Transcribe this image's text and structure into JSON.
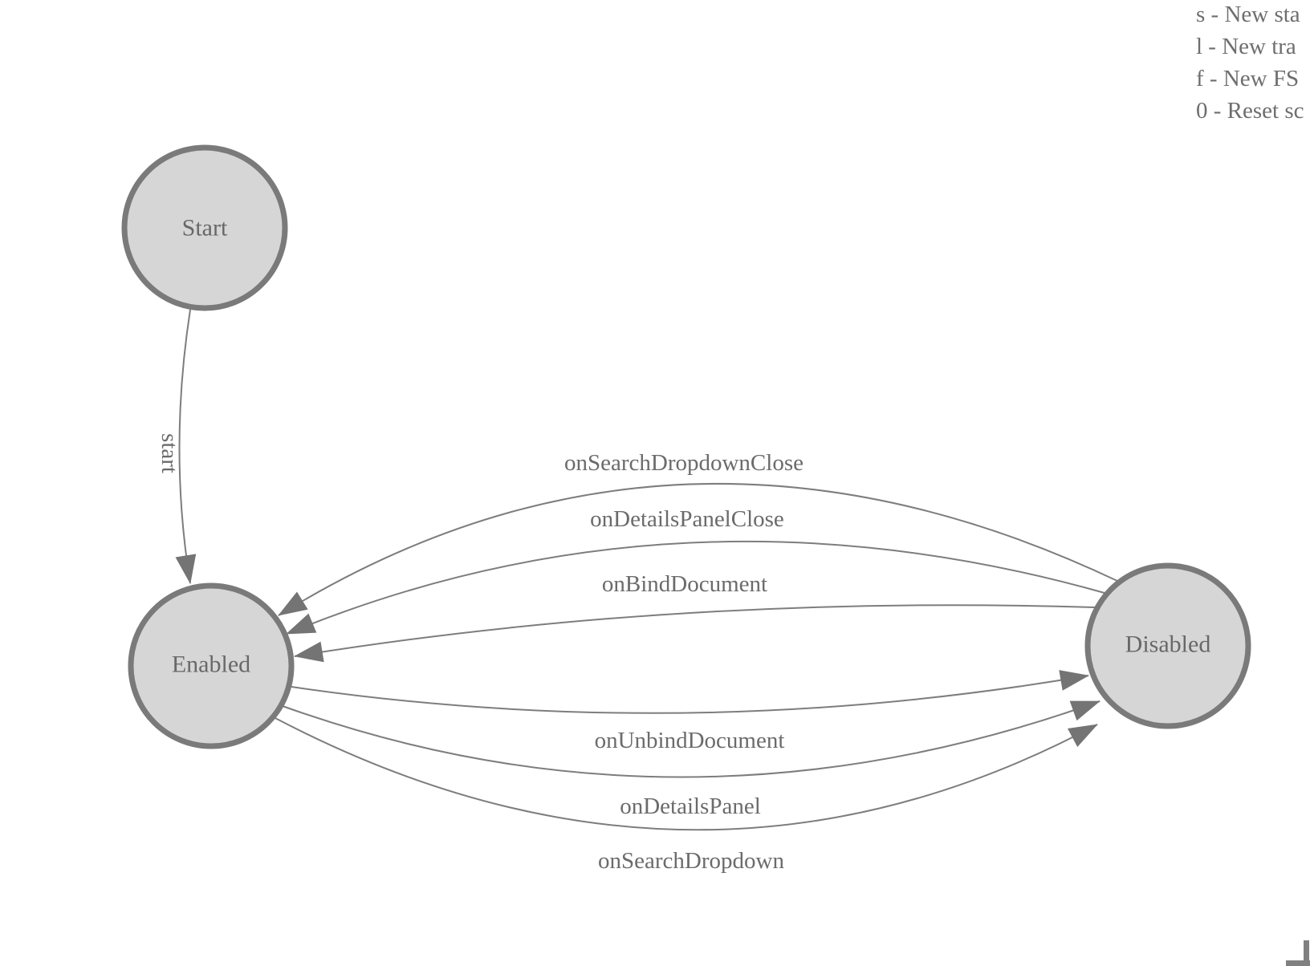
{
  "diagram": {
    "type": "fsm",
    "nodes": [
      {
        "id": "start",
        "label": "Start"
      },
      {
        "id": "enabled",
        "label": "Enabled"
      },
      {
        "id": "disabled",
        "label": "Disabled"
      }
    ],
    "edges": [
      {
        "from": "start",
        "to": "enabled",
        "label": "start"
      },
      {
        "from": "disabled",
        "to": "enabled",
        "label": "onSearchDropdownClose"
      },
      {
        "from": "disabled",
        "to": "enabled",
        "label": "onDetailsPanelClose"
      },
      {
        "from": "disabled",
        "to": "enabled",
        "label": "onBindDocument"
      },
      {
        "from": "enabled",
        "to": "disabled",
        "label": "onUnbindDocument"
      },
      {
        "from": "enabled",
        "to": "disabled",
        "label": "onDetailsPanel"
      },
      {
        "from": "enabled",
        "to": "disabled",
        "label": "onSearchDropdown"
      }
    ]
  },
  "legend": {
    "lines": [
      "s - New sta",
      "l - New tra",
      "f - New FS",
      "0 - Reset sc"
    ]
  },
  "colors": {
    "node-fill": "#d6d6d6",
    "node-stroke": "#7a7a7a",
    "edge-line": "#7d7d7d",
    "arrowhead": "#747474",
    "edge-label": "#6b6b6b",
    "node-label": "#686868",
    "legend-text": "#6e6e6e",
    "corner": "#808080",
    "background": "#ffffff"
  }
}
